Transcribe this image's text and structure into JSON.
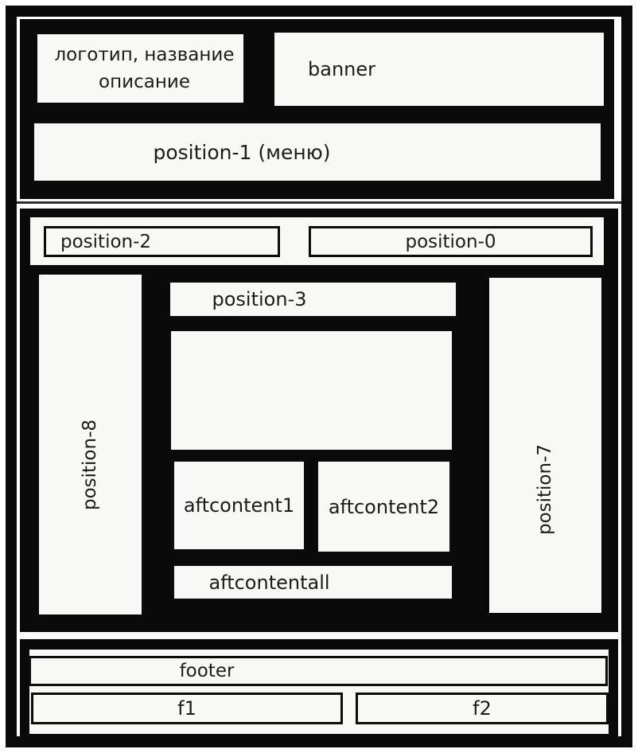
{
  "colors": {
    "frame": "#0a0a0a",
    "box_background": "#f8f8f7",
    "divider": "#2d2d2d",
    "text": "#1b1b1b"
  },
  "header": {
    "logo_line1": "логотип, название",
    "logo_line2": "описание",
    "banner": "banner",
    "menu": "position-1 (меню)"
  },
  "mid": {
    "position2": "position-2",
    "position0": "position-0"
  },
  "columns": {
    "left": "position-8",
    "right": "position-7"
  },
  "content": {
    "position3": "position-3",
    "aft1": "aftcontent1",
    "aft2": "aftcontent2",
    "aftall": "aftcontentall"
  },
  "footer": {
    "main": "footer",
    "f1": "f1",
    "f2": "f2"
  }
}
